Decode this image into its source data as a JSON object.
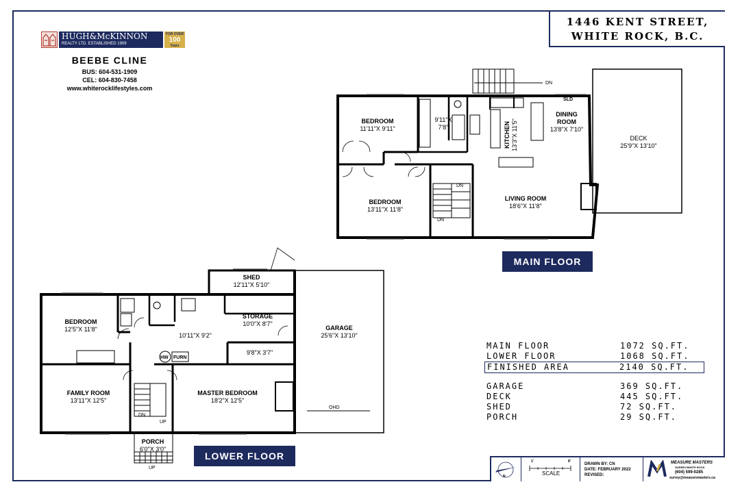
{
  "address": {
    "line1": "1446 KENT STREET,",
    "line2": "WHITE ROCK, B.C."
  },
  "brokerage": {
    "name": "HUGH&McKINNON",
    "sub": "REALTY LTD.      ESTABLISHED 1909",
    "badge_top": "FOR OVER",
    "badge_num": "100",
    "badge_bottom": "Years",
    "colors": {
      "navy": "#1d2a5e",
      "gold": "#d6b04a",
      "red": "#b03a2e"
    }
  },
  "agent": {
    "name": "BEEBE CLINE",
    "bus": "BUS:  604-531-1909",
    "cel": "CEL:  604-830-7458",
    "web": "www.whiterocklifestyles.com"
  },
  "main_floor": {
    "label": "MAIN FLOOR",
    "rooms": [
      {
        "name": "BEDROOM",
        "dims": "11'11\"X  9'11\""
      },
      {
        "name": "",
        "dims": "9'11\"X"
      },
      {
        "name": "",
        "dims": "7'8\""
      },
      {
        "name": "KITCHEN",
        "dims": "13'3\"X 11'5\""
      },
      {
        "name": "DINING",
        "dims": "ROOM"
      },
      {
        "name": "",
        "dims": "13'8\"X  7'10\""
      },
      {
        "name": "DECK",
        "dims": "25'9\"X  13'10\""
      },
      {
        "name": "BEDROOM",
        "dims": "13'11\"X  11'8\""
      },
      {
        "name": "LIVING ROOM",
        "dims": "18'6\"X  11'8\""
      }
    ],
    "notes": {
      "dn_top": "DN",
      "sld": "SLD",
      "dn_stair": "DN",
      "dn_stair2": "DN"
    }
  },
  "lower_floor": {
    "label": "LOWER FLOOR",
    "rooms": [
      {
        "name": "SHED",
        "dims": "12'11\"X  5'10\""
      },
      {
        "name": "BEDROOM",
        "dims": "12'5\"X  11'8\""
      },
      {
        "name": "STORAGE",
        "dims": "10'0\"X  8'7\""
      },
      {
        "name": "",
        "dims": "10'11\"X  9'2\""
      },
      {
        "name": "GARAGE",
        "dims": "25'6\"X  13'10\""
      },
      {
        "name": "",
        "dims": "9'8\"X  3'7\""
      },
      {
        "name": "FAMILY ROOM",
        "dims": "13'11\"X  12'5\""
      },
      {
        "name": "MASTER BEDROOM",
        "dims": "18'2\"X  12'5\""
      },
      {
        "name": "PORCH",
        "dims": "6'0\"X  3'0\""
      }
    ],
    "notes": {
      "hw": "HW",
      "furn": "FURN",
      "dn": "DN",
      "up": "UP",
      "up2": "UP",
      "ohd": "OHD"
    }
  },
  "areas": [
    {
      "label": "MAIN FLOOR",
      "value": "1072 SQ.FT."
    },
    {
      "label": "LOWER FLOOR",
      "value": "1068 SQ.FT."
    },
    {
      "label": "FINISHED AREA",
      "value": "2140 SQ.FT.",
      "boxed": true
    },
    {
      "label": "GARAGE",
      "value": "369 SQ.FT."
    },
    {
      "label": "DECK",
      "value": "445 SQ.FT."
    },
    {
      "label": "SHED",
      "value": "72 SQ.FT."
    },
    {
      "label": "PORCH",
      "value": "29 SQ.FT."
    }
  ],
  "title_block": {
    "north": "N",
    "scale_left": "1'",
    "scale_right": "8'",
    "scale_label": "SCALE",
    "drawn_by": "DRAWN BY: CN",
    "date": "DATE: FEBRUARY 2022",
    "revised": "REVISED:",
    "company": "MEASURE MASTERS",
    "company_sub": "SURREY/WHITE ROCK",
    "phone": "(604) 599-0285",
    "email": "surrey@measuremasters.ca"
  }
}
